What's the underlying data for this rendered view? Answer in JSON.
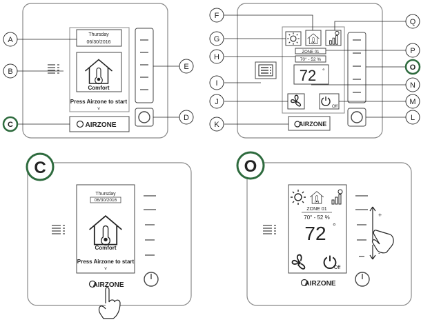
{
  "callouts": {
    "A": "A",
    "B": "B",
    "C": "C",
    "D": "D",
    "E": "E",
    "F": "F",
    "G": "G",
    "H": "H",
    "I": "I",
    "J": "J",
    "K": "K",
    "L": "L",
    "M": "M",
    "N": "N",
    "O": "O",
    "P": "P",
    "Q": "Q"
  },
  "big_callouts": {
    "C": "C",
    "O": "O"
  },
  "screen_standby": {
    "day": "Thursday",
    "date": "06/30/2016",
    "mode": "Comfort",
    "prompt": "Press Airzone to start",
    "arrow": "˅"
  },
  "screen_main": {
    "zone": "ZONE 01",
    "conditions": "70° - 52 %",
    "setpoint": "72",
    "degree": "°",
    "off_label": "Off"
  },
  "brand": "AIRZONE",
  "slider_signs": {
    "plus": "+",
    "minus": "-"
  },
  "accent_color": "#2e6b3e"
}
